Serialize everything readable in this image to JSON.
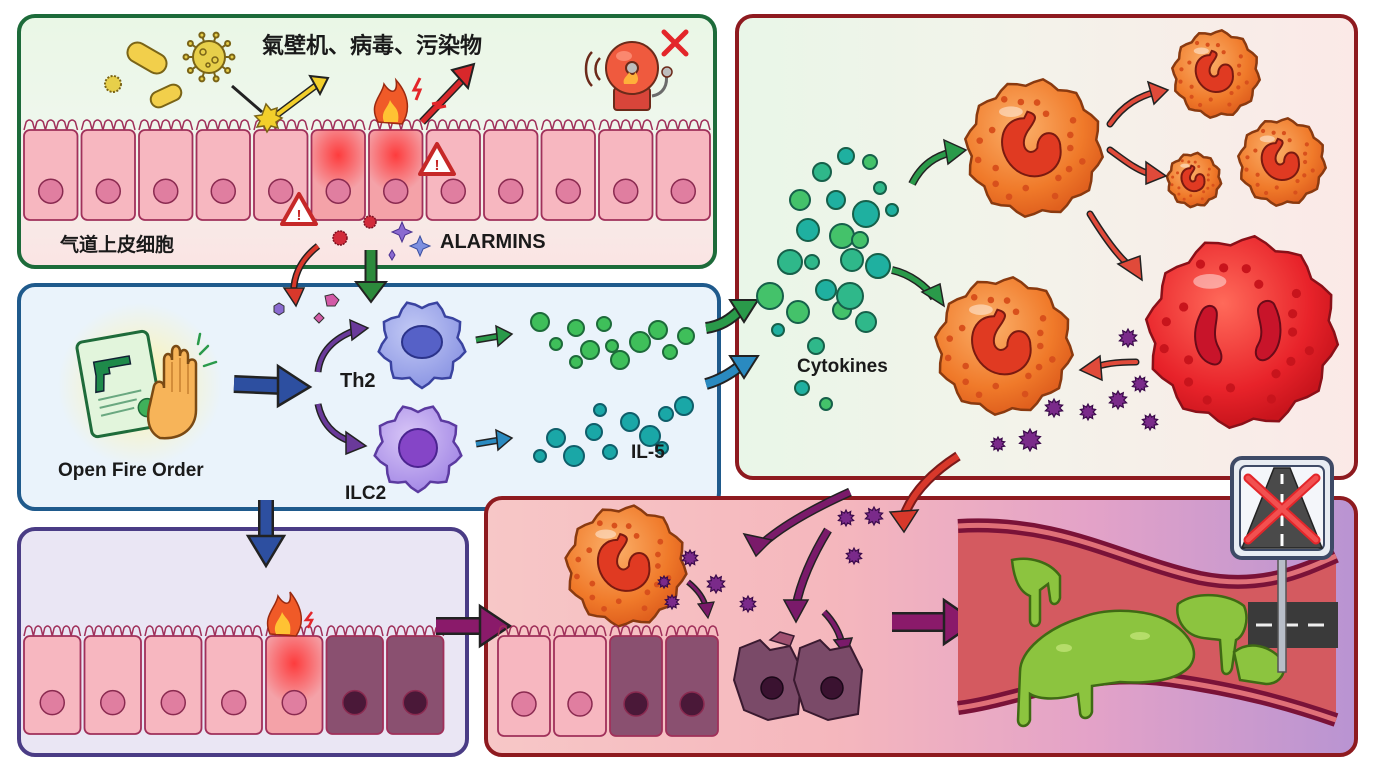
{
  "panels": {
    "airway_epithelium": {
      "trigger_label": "氣壁机、病毒、污染物",
      "tissue_label": "气道上皮细胞",
      "signal_label": "ALARMINS"
    },
    "immune_activation": {
      "order_label": "Open Fire Order",
      "cell_th2_label": "Th2",
      "cell_ilc2_label": "ILC2",
      "cytokine_label": "IL-5"
    },
    "eosinophil_recruitment": {
      "cytokine_label": "Cytokines"
    },
    "epithelial_damage": {},
    "airway_obstruction": {}
  },
  "icons": [
    "bacteria-icon",
    "virus-icon",
    "alarm-bell-icon",
    "cross-icon",
    "fire-icon",
    "warning-icon",
    "gun-document-icon",
    "stop-hand-icon",
    "no-road-sign-icon"
  ],
  "colors": {
    "panel1_border": "#1d6b3a",
    "panel2_border": "#1f5a8c",
    "panel3_border": "#8e1a1f",
    "panel4_border": "#4a3c85",
    "panel5_border": "#8e1a1f",
    "eosinophil": "#f07a2a",
    "activated_eosinophil": "#e8232a",
    "mucus": "#8cc43f",
    "cytokine_green": "#3fbf5a",
    "cytokine_teal": "#1aa7a7"
  }
}
